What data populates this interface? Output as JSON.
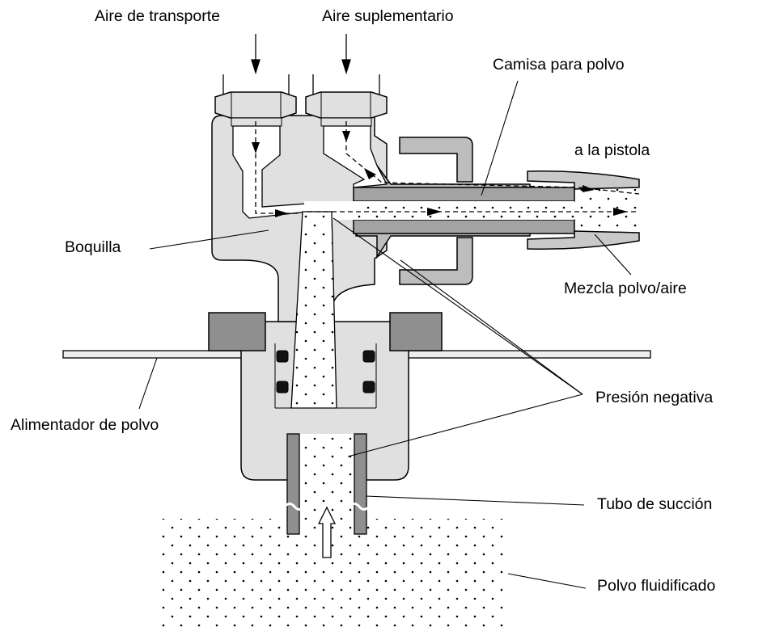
{
  "labels": {
    "aire_transporte": "Aire de transporte",
    "aire_suplementario": "Aire suplementario",
    "camisa_polvo": "Camisa para polvo",
    "a_la_pistola": "a la pistola",
    "boquilla": "Boquilla",
    "mezcla": "Mezcla polvo/aire",
    "presion_negativa": "Presión negativa",
    "alimentador": "Alimentador de polvo",
    "tubo_succion": "Tubo de succión",
    "polvo_fluidificado": "Polvo fluidificado"
  },
  "colors": {
    "body_fill": "#e0e0e0",
    "dark_part": "#909090",
    "mid_part": "#bdbdbd",
    "outline": "#000000",
    "powder_dot": "#000000",
    "background": "#ffffff"
  }
}
